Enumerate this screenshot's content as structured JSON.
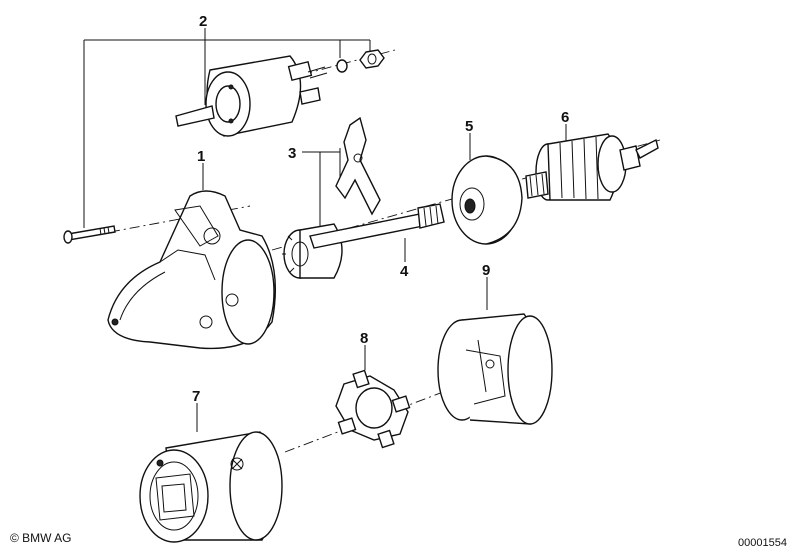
{
  "callouts": [
    "1",
    "2",
    "3",
    "4",
    "5",
    "6",
    "7",
    "8",
    "9"
  ],
  "footer": {
    "copyright": "© BMW AG",
    "reference": "00001554"
  }
}
